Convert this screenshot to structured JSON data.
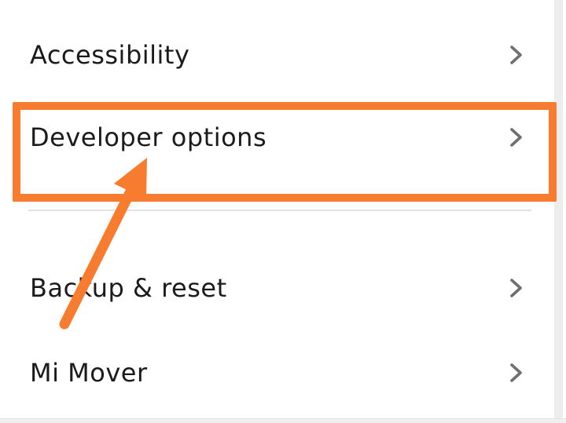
{
  "screen": {
    "type": "android-settings-list"
  },
  "list": {
    "items": [
      {
        "label": "Accessibility"
      },
      {
        "label": "Developer options",
        "highlighted": true
      },
      {
        "label": "Backup & reset"
      },
      {
        "label": "Mi Mover"
      }
    ]
  },
  "icons": {
    "row_chevron": "chevron-right"
  },
  "annotations": {
    "highlight_box_target": "Developer options",
    "arrow_target": "Developer options",
    "annotation_color": "#F87C2F"
  },
  "colors": {
    "accent": "#F87C2F",
    "text": "#1B1B1B",
    "chevron": "#6F6F6F",
    "divider": "#E3E3E3",
    "scroll_strip": "#EDEDED",
    "bottom_strip": "#F0F0F0"
  }
}
